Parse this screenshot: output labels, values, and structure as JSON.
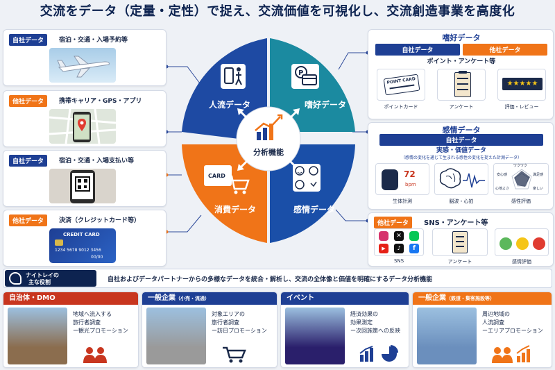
{
  "title": "交流をデータ（定量・定性）で捉え、交流価値を可視化し、交流創造事業を高度化",
  "left_sources": [
    {
      "tag": "自社データ",
      "tag_color": "blue",
      "text": "宿泊・交通・入場予約等",
      "icon": "airplane-image"
    },
    {
      "tag": "他社データ",
      "tag_color": "orange",
      "text": "携帯キャリア・GPS・アプリ",
      "icon": "map-phone-image"
    },
    {
      "tag": "自社データ",
      "tag_color": "blue",
      "text": "宿泊・交通・入場支払い等",
      "icon": "qr-phone-image"
    },
    {
      "tag": "他社データ",
      "tag_color": "orange",
      "text": "決済（クレジットカード等）",
      "icon": "credit-card-image"
    }
  ],
  "credit_card": {
    "label": "CREDIT CARD",
    "number": "1234 5678 9012 3456",
    "exp": "00/00"
  },
  "center": {
    "q1": "人流データ",
    "q2": "嗜好データ",
    "q3": "消費データ",
    "q4": "感情データ",
    "core": "分析機能",
    "card_word": "CARD"
  },
  "preference": {
    "title": "嗜好データ",
    "tag_own": "自社データ",
    "tag_other": "他社データ",
    "subtitle": "ポイント・アンケート等",
    "items": [
      "ポイントカード",
      "アンケート",
      "評価・レビュー"
    ],
    "point_card_text": "POINT CARD"
  },
  "emotion": {
    "title": "感情データ",
    "tag_own": "自社データ",
    "subtitle": "実感・価値データ",
    "note": "（感情の変化を通じて生まれる感性の変化を捉えた計測データ）",
    "items": [
      "生体計測",
      "脳波・心拍",
      "感性評価"
    ],
    "bpm_value": "72",
    "bpm_unit": "bpm",
    "radar_labels": [
      "ワクワク",
      "満足感",
      "楽しい",
      "心地よさ",
      "安心感"
    ]
  },
  "sns": {
    "tag": "他社データ",
    "title": "SNS・アンケート等",
    "items": [
      "SNS",
      "アンケート",
      "感情評価"
    ]
  },
  "role": {
    "label_line1": "ナイトレイの",
    "label_line2": "主な役割",
    "text": "自社およびデータパートナーからの多様なデータを統合・解析し、交流の全体像と価値を明確にするデータ分析機能"
  },
  "bottom": [
    {
      "head": "自治体・DMO",
      "head_sub": "",
      "color": "#c8361f",
      "lines": [
        "地域へ流入する",
        "旅行者調査",
        "ー観光プロモーション"
      ]
    },
    {
      "head": "一般企業",
      "head_sub": "（小売・流通）",
      "color": "#1e3f94",
      "lines": [
        "対象エリアの",
        "旅行者調査",
        "ー訪日プロモーション"
      ]
    },
    {
      "head": "イベント",
      "head_sub": "",
      "color": "#1e3f94",
      "lines": [
        "経済効果の",
        "効果測定",
        "ー次回施策への反映"
      ]
    },
    {
      "head": "一般企業",
      "head_sub": "（鉄道・集客施設等）",
      "color": "#f07418",
      "lines": [
        "周辺地域の",
        "人流調査",
        "ーエリアプロモーション"
      ]
    }
  ],
  "colors": {
    "navy": "#1e3f94",
    "teal": "#1b8aa0",
    "orange": "#f07418",
    "blue": "#1a4fa8",
    "red": "#c8361f"
  }
}
